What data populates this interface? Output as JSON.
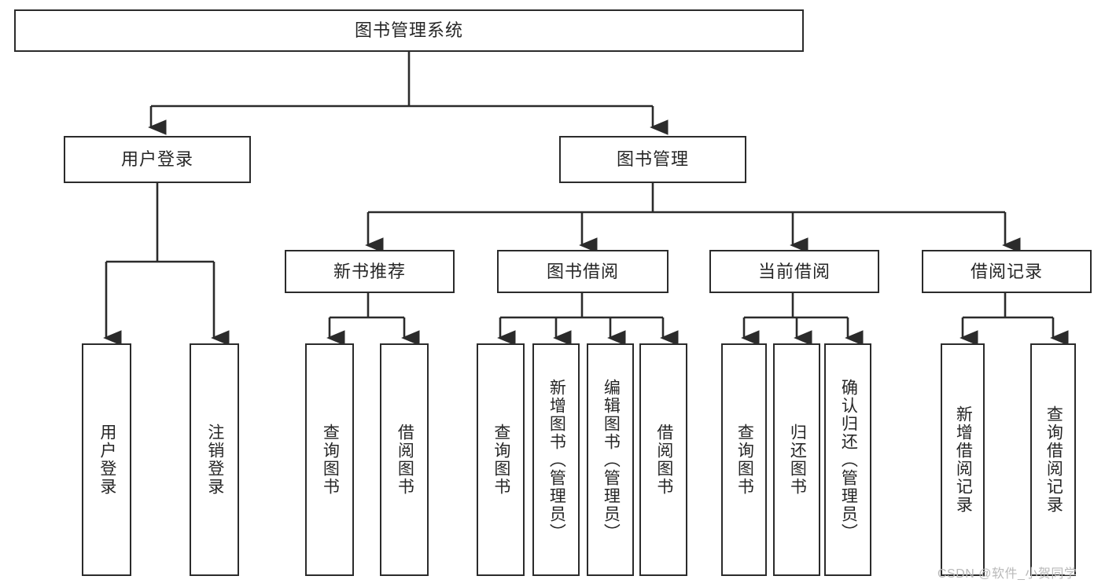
{
  "diagram": {
    "title": "图书管理系统",
    "type": "tree-hierarchy",
    "watermark": "CSDN @软件_小贺同学",
    "colors": {
      "box_border": "#2b2b2b",
      "box_fill": "#ffffff",
      "edge": "#2b2b2b",
      "text": "#262626",
      "watermark": "#b9b9b9",
      "background": "#ffffff"
    },
    "nodes": {
      "root": {
        "label": "图书管理系统",
        "orientation": "horizontal"
      },
      "user_login": {
        "label": "用户登录",
        "orientation": "horizontal"
      },
      "book_mgmt": {
        "label": "图书管理",
        "orientation": "horizontal"
      },
      "new_book_rec": {
        "label": "新书推荐",
        "orientation": "horizontal"
      },
      "book_borrow": {
        "label": "图书借阅",
        "orientation": "horizontal"
      },
      "current_borrow": {
        "label": "当前借阅",
        "orientation": "horizontal"
      },
      "borrow_record": {
        "label": "借阅记录",
        "orientation": "horizontal"
      },
      "leaf_user_login": {
        "label": "用户登录",
        "orientation": "vertical"
      },
      "leaf_logout": {
        "label": "注销登录",
        "orientation": "vertical"
      },
      "leaf_query_book_1": {
        "label": "查询图书",
        "orientation": "vertical"
      },
      "leaf_borrow_book_1": {
        "label": "借阅图书",
        "orientation": "vertical"
      },
      "leaf_query_book_2": {
        "label": "查询图书",
        "orientation": "vertical"
      },
      "leaf_add_book": {
        "label": "新增图书（管理员）",
        "orientation": "vertical"
      },
      "leaf_edit_book": {
        "label": "编辑图书（管理员）",
        "orientation": "vertical"
      },
      "leaf_borrow_book_2": {
        "label": "借阅图书",
        "orientation": "vertical"
      },
      "leaf_query_book_3": {
        "label": "查询图书",
        "orientation": "vertical"
      },
      "leaf_return_book": {
        "label": "归还图书",
        "orientation": "vertical"
      },
      "leaf_confirm_return": {
        "label": "确认归还（管理员）",
        "orientation": "vertical"
      },
      "leaf_add_record": {
        "label": "新增借阅记录",
        "orientation": "vertical"
      },
      "leaf_query_record": {
        "label": "查询借阅记录",
        "orientation": "vertical"
      }
    },
    "hierarchy": [
      {
        "label": "图书管理系统",
        "children": [
          {
            "label": "用户登录",
            "children": [
              {
                "label": "用户登录"
              },
              {
                "label": "注销登录"
              }
            ]
          },
          {
            "label": "图书管理",
            "children": [
              {
                "label": "新书推荐",
                "children": [
                  {
                    "label": "查询图书"
                  },
                  {
                    "label": "借阅图书"
                  }
                ]
              },
              {
                "label": "图书借阅",
                "children": [
                  {
                    "label": "查询图书"
                  },
                  {
                    "label": "新增图书（管理员）"
                  },
                  {
                    "label": "编辑图书（管理员）"
                  },
                  {
                    "label": "借阅图书"
                  }
                ]
              },
              {
                "label": "当前借阅",
                "children": [
                  {
                    "label": "查询图书"
                  },
                  {
                    "label": "归还图书"
                  },
                  {
                    "label": "确认归还（管理员）"
                  }
                ]
              },
              {
                "label": "借阅记录",
                "children": [
                  {
                    "label": "新增借阅记录"
                  },
                  {
                    "label": "查询借阅记录"
                  }
                ]
              }
            ]
          }
        ]
      }
    ]
  }
}
